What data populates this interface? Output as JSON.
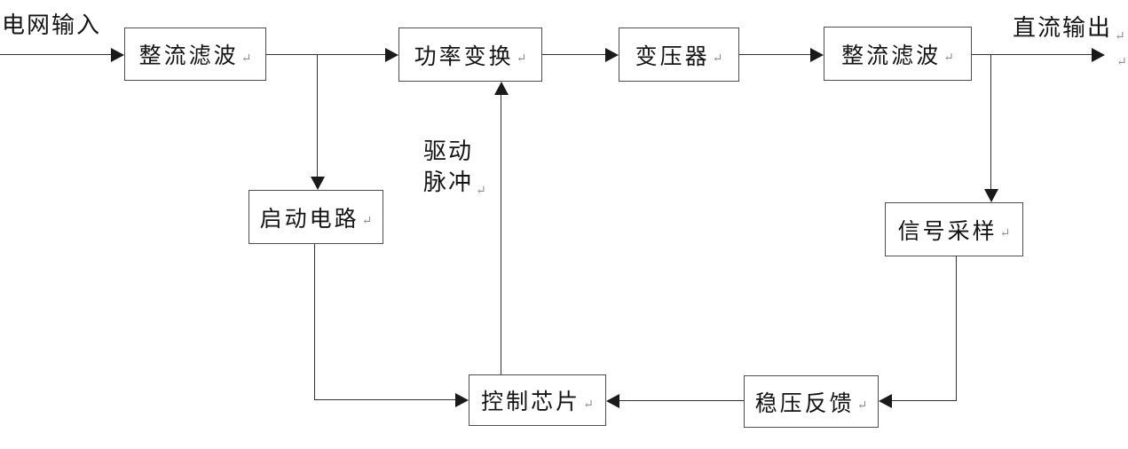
{
  "labels": {
    "grid_input": "电网输入",
    "dc_output": "直流输出",
    "drive_pulse_line1": "驱动",
    "drive_pulse_line2": "脉冲"
  },
  "nodes": {
    "rectifier_filter_input": {
      "label": "整流滤波"
    },
    "power_conversion": {
      "label": "功率变换"
    },
    "transformer": {
      "label": "变压器"
    },
    "rectifier_filter_output": {
      "label": "整流滤波"
    },
    "startup_circuit": {
      "label": "启动电路"
    },
    "signal_sampling": {
      "label": "信号采样"
    },
    "control_chip": {
      "label": "控制芯片"
    },
    "voltage_feedback": {
      "label": "稳压反馈"
    }
  },
  "marks": {
    "return_mark": "↵"
  },
  "edges": [
    {
      "from": "grid_input",
      "to": "rectifier_filter_input"
    },
    {
      "from": "rectifier_filter_input",
      "to": "power_conversion"
    },
    {
      "from": "rectifier_filter_input",
      "to": "startup_circuit"
    },
    {
      "from": "power_conversion",
      "to": "transformer"
    },
    {
      "from": "transformer",
      "to": "rectifier_filter_output"
    },
    {
      "from": "rectifier_filter_output",
      "to": "dc_output"
    },
    {
      "from": "rectifier_filter_output",
      "to": "signal_sampling"
    },
    {
      "from": "signal_sampling",
      "to": "voltage_feedback"
    },
    {
      "from": "voltage_feedback",
      "to": "control_chip"
    },
    {
      "from": "startup_circuit",
      "to": "control_chip"
    },
    {
      "from": "control_chip",
      "to": "power_conversion",
      "label": "驱动脉冲"
    }
  ],
  "colors": {
    "background": "#ffffff",
    "line": "#333333",
    "box_border": "#4e4e4e",
    "text": "#141414",
    "return_mark": "#8f8f8f"
  }
}
